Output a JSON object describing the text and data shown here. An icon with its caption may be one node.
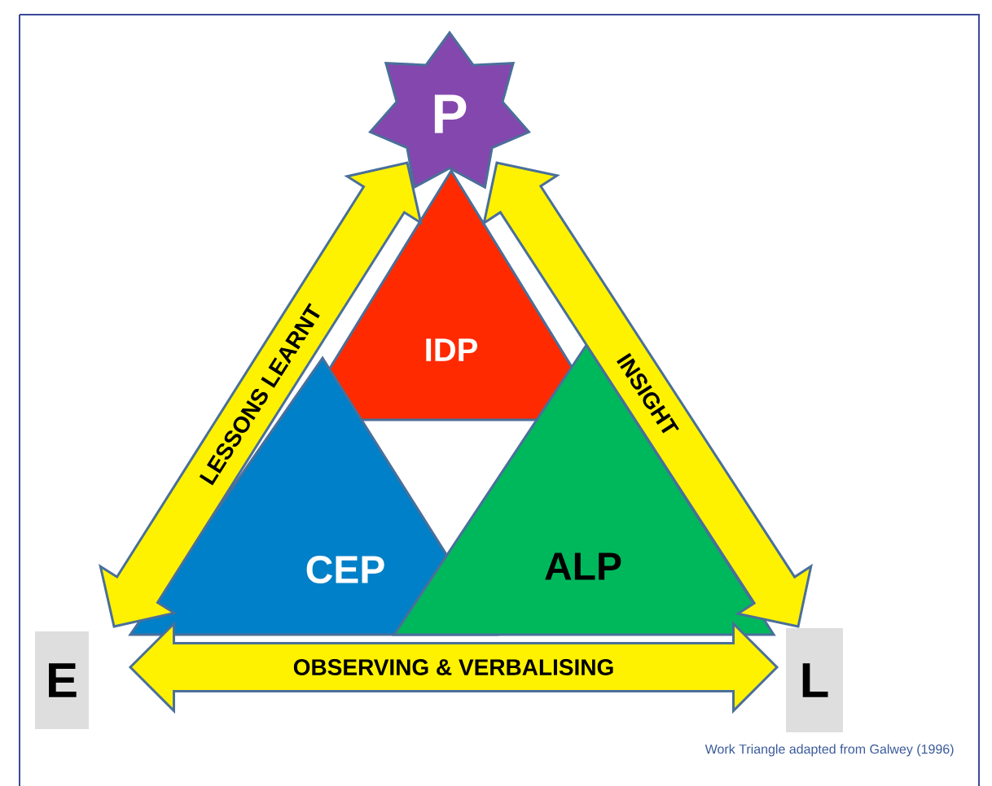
{
  "diagram": {
    "caption": "Work Triangle adapted from Galwey (1996)",
    "nodes": [
      {
        "text": [
          "P"
        ]
      },
      {
        "text": [
          "IDP"
        ]
      },
      {
        "text": [
          "CEP"
        ]
      },
      {
        "text": [
          "ALP"
        ]
      },
      {
        "text": [
          "E"
        ]
      },
      {
        "text": [
          "L"
        ]
      }
    ],
    "edges": [
      {
        "from": 0,
        "to": 4,
        "arrow": "both",
        "label": "LESSONS LEARNT"
      },
      {
        "from": 0,
        "to": 5,
        "arrow": "both",
        "label": "INSIGHT"
      },
      {
        "from": 4,
        "to": 5,
        "arrow": "both",
        "label": "OBSERVING & VERBALISING"
      }
    ]
  }
}
